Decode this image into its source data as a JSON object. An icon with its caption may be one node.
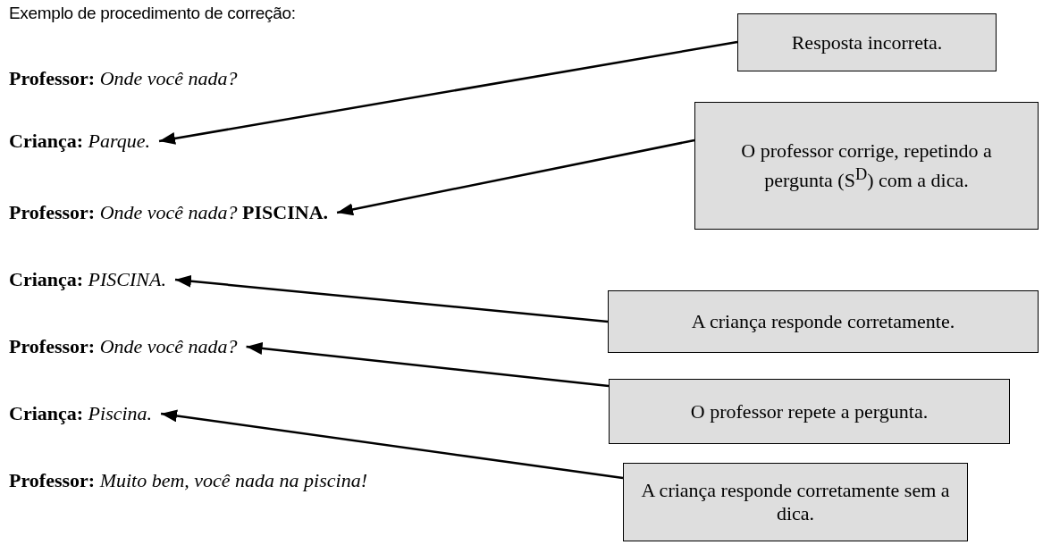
{
  "diagram": {
    "title": "Exemplo de procedimento de correção:",
    "nodes": [
      {
        "text": [
          "Resposta incorreta."
        ]
      },
      {
        "text": [
          "**Criança:** *Parque.*"
        ]
      },
      {
        "text": [
          "O professor corrige, repetindo a pergunta (S$^{D}$) com a dica."
        ]
      },
      {
        "text": [
          "**Professor:** *Onde você nada?* **PISCINA.**"
        ]
      },
      {
        "text": [
          "**Criança:** *PISCINA.*"
        ]
      },
      {
        "text": [
          "A criança responde corretamente."
        ]
      },
      {
        "text": [
          "**Professor:** *Onde você nada?*"
        ]
      },
      {
        "text": [
          "O professor repete a pergunta."
        ]
      },
      {
        "text": [
          "**Criança:** *Piscina.*"
        ]
      },
      {
        "text": [
          "A criança responde corretamente sem a dica."
        ]
      }
    ],
    "edges": [
      {
        "from": 0,
        "to": 1,
        "arrow": "to"
      },
      {
        "from": 2,
        "to": 3,
        "arrow": "to"
      },
      {
        "from": 5,
        "to": 4,
        "arrow": "to"
      },
      {
        "from": 7,
        "to": 6,
        "arrow": "to"
      },
      {
        "from": 9,
        "to": 8,
        "arrow": "to"
      }
    ],
    "labels": [
      "**Professor:** *Onde você nada?*",
      "**Professor:** *Muito bem, você nada na piscina!*"
    ]
  }
}
